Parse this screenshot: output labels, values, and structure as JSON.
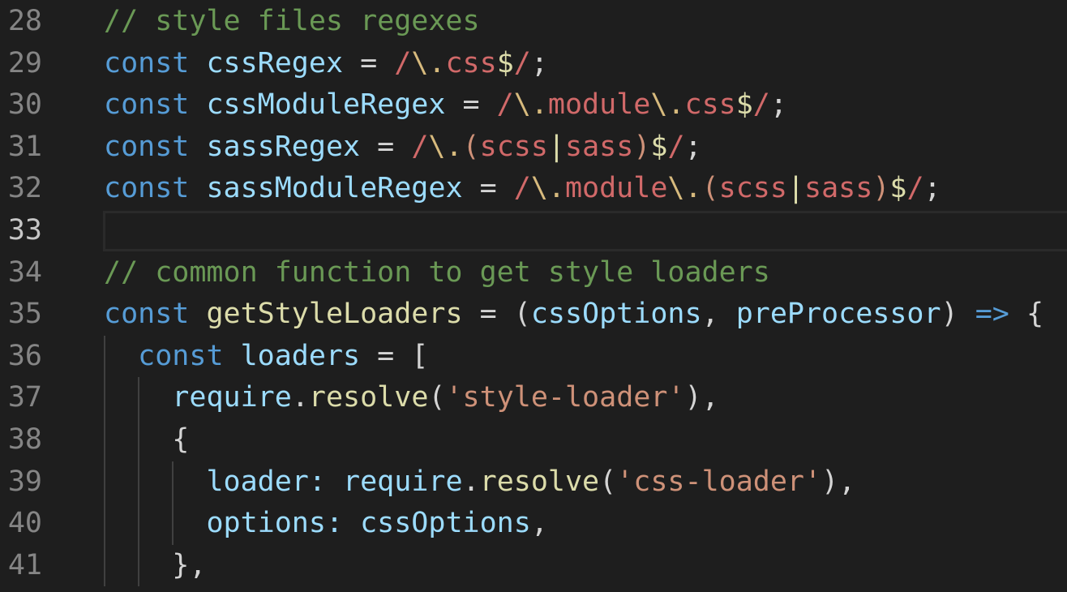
{
  "current_line": 33,
  "colors": {
    "background": "#1e1e1e",
    "keyword": "#569CD6",
    "variable": "#9CDCFE",
    "comment": "#6A9955",
    "regex": "#D16969",
    "string": "#CE9178",
    "function": "#DCDCAA"
  },
  "lines": [
    {
      "num": "28",
      "indent": 0,
      "tokens": [
        [
          "c",
          "// style files regexes"
        ]
      ]
    },
    {
      "num": "29",
      "indent": 0,
      "tokens": [
        [
          "k",
          "const"
        ],
        [
          "p",
          " "
        ],
        [
          "v",
          "cssRegex"
        ],
        [
          "p",
          " = "
        ],
        [
          "r",
          "/"
        ],
        [
          "e",
          "\\."
        ],
        [
          "r",
          "css"
        ],
        [
          "a",
          "$"
        ],
        [
          "r",
          "/"
        ],
        [
          "p",
          ";"
        ]
      ]
    },
    {
      "num": "30",
      "indent": 0,
      "tokens": [
        [
          "k",
          "const"
        ],
        [
          "p",
          " "
        ],
        [
          "v",
          "cssModuleRegex"
        ],
        [
          "p",
          " = "
        ],
        [
          "r",
          "/"
        ],
        [
          "e",
          "\\."
        ],
        [
          "r",
          "module"
        ],
        [
          "e",
          "\\."
        ],
        [
          "r",
          "css"
        ],
        [
          "a",
          "$"
        ],
        [
          "r",
          "/"
        ],
        [
          "p",
          ";"
        ]
      ]
    },
    {
      "num": "31",
      "indent": 0,
      "tokens": [
        [
          "k",
          "const"
        ],
        [
          "p",
          " "
        ],
        [
          "v",
          "sassRegex"
        ],
        [
          "p",
          " = "
        ],
        [
          "r",
          "/"
        ],
        [
          "e",
          "\\."
        ],
        [
          "g",
          "("
        ],
        [
          "r",
          "scss"
        ],
        [
          "a",
          "|"
        ],
        [
          "r",
          "sass"
        ],
        [
          "g",
          ")"
        ],
        [
          "a",
          "$"
        ],
        [
          "r",
          "/"
        ],
        [
          "p",
          ";"
        ]
      ]
    },
    {
      "num": "32",
      "indent": 0,
      "tokens": [
        [
          "k",
          "const"
        ],
        [
          "p",
          " "
        ],
        [
          "v",
          "sassModuleRegex"
        ],
        [
          "p",
          " = "
        ],
        [
          "r",
          "/"
        ],
        [
          "e",
          "\\."
        ],
        [
          "r",
          "module"
        ],
        [
          "e",
          "\\."
        ],
        [
          "g",
          "("
        ],
        [
          "r",
          "scss"
        ],
        [
          "a",
          "|"
        ],
        [
          "r",
          "sass"
        ],
        [
          "g",
          ")"
        ],
        [
          "a",
          "$"
        ],
        [
          "r",
          "/"
        ],
        [
          "p",
          ";"
        ]
      ]
    },
    {
      "num": "33",
      "indent": 0,
      "tokens": []
    },
    {
      "num": "34",
      "indent": 0,
      "tokens": [
        [
          "c",
          "// common function to get style loaders"
        ]
      ]
    },
    {
      "num": "35",
      "indent": 0,
      "tokens": [
        [
          "k",
          "const"
        ],
        [
          "p",
          " "
        ],
        [
          "f",
          "getStyleLoaders"
        ],
        [
          "p",
          " = ("
        ],
        [
          "v",
          "cssOptions"
        ],
        [
          "p",
          ", "
        ],
        [
          "v",
          "preProcessor"
        ],
        [
          "p",
          ") "
        ],
        [
          "k",
          "=>"
        ],
        [
          "p",
          " {"
        ]
      ]
    },
    {
      "num": "36",
      "indent": 1,
      "tokens": [
        [
          "p",
          "  "
        ],
        [
          "k",
          "const"
        ],
        [
          "p",
          " "
        ],
        [
          "v",
          "loaders"
        ],
        [
          "p",
          " = ["
        ]
      ]
    },
    {
      "num": "37",
      "indent": 2,
      "tokens": [
        [
          "p",
          "    "
        ],
        [
          "v",
          "require"
        ],
        [
          "p",
          "."
        ],
        [
          "f",
          "resolve"
        ],
        [
          "p",
          "("
        ],
        [
          "s",
          "'style-loader'"
        ],
        [
          "p",
          "),"
        ]
      ]
    },
    {
      "num": "38",
      "indent": 2,
      "tokens": [
        [
          "p",
          "    {"
        ]
      ]
    },
    {
      "num": "39",
      "indent": 3,
      "tokens": [
        [
          "p",
          "      "
        ],
        [
          "v",
          "loader:"
        ],
        [
          "p",
          " "
        ],
        [
          "v",
          "require"
        ],
        [
          "p",
          "."
        ],
        [
          "f",
          "resolve"
        ],
        [
          "p",
          "("
        ],
        [
          "s",
          "'css-loader'"
        ],
        [
          "p",
          "),"
        ]
      ]
    },
    {
      "num": "40",
      "indent": 3,
      "tokens": [
        [
          "p",
          "      "
        ],
        [
          "v",
          "options:"
        ],
        [
          "p",
          " "
        ],
        [
          "v",
          "cssOptions"
        ],
        [
          "p",
          ","
        ]
      ]
    },
    {
      "num": "41",
      "indent": 2,
      "tokens": [
        [
          "p",
          "    },"
        ]
      ]
    }
  ]
}
